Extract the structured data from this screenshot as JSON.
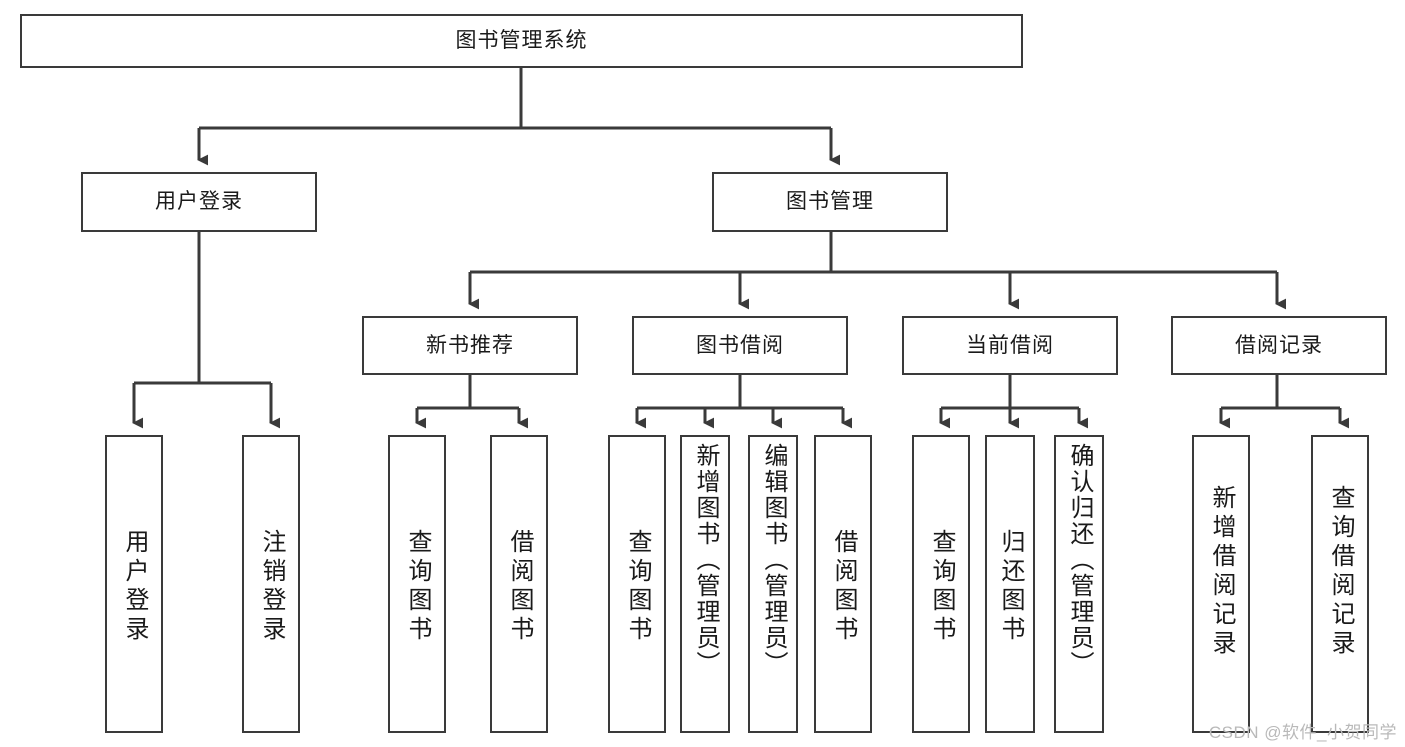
{
  "diagram": {
    "title": "图书管理系统",
    "type": "tree",
    "watermark": "CSDN @软件_小贺同学",
    "root": {
      "label": "图书管理系统"
    },
    "level2": [
      {
        "label": "用户登录"
      },
      {
        "label": "图书管理"
      }
    ],
    "level3": [
      {
        "label": "新书推荐"
      },
      {
        "label": "图书借阅"
      },
      {
        "label": "当前借阅"
      },
      {
        "label": "借阅记录"
      }
    ],
    "leaves": {
      "user_login": [
        {
          "label": "用户登录"
        },
        {
          "label": "注销登录"
        }
      ],
      "new_book_rec": [
        {
          "label": "查询图书"
        },
        {
          "label": "借阅图书"
        }
      ],
      "book_borrow": [
        {
          "label": "查询图书"
        },
        {
          "label": "新增图书（管理员）"
        },
        {
          "label": "编辑图书（管理员）"
        },
        {
          "label": "借阅图书"
        }
      ],
      "current_borrow": [
        {
          "label": "查询图书"
        },
        {
          "label": "归还图书"
        },
        {
          "label": "确认归还（管理员）"
        }
      ],
      "borrow_record": [
        {
          "label": "新增借阅记录"
        },
        {
          "label": "查询借阅记录"
        }
      ]
    },
    "colors": {
      "stroke": "#3a3a3a",
      "fill": "#ffffff",
      "text": "#1a1a1a",
      "watermark": "#b9b9b9"
    }
  }
}
